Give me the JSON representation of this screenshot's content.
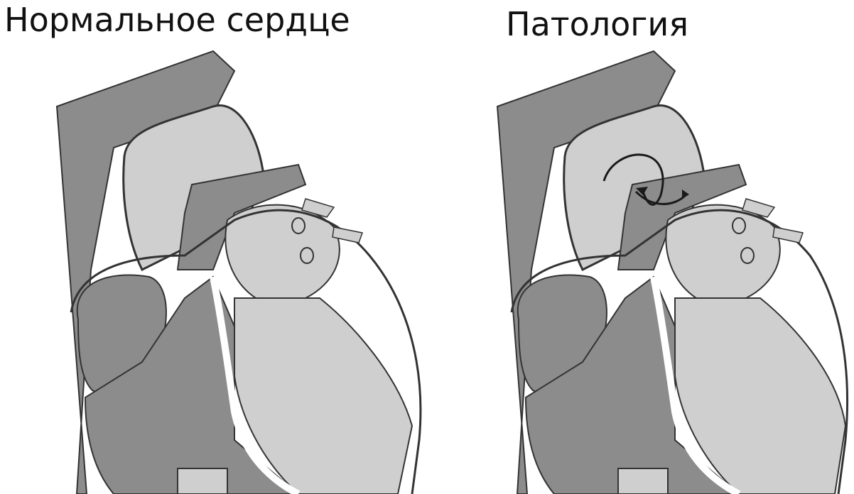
{
  "titles": {
    "normal": "Нормальное сердце",
    "pathology": "Патология"
  },
  "colors": {
    "background": "#ffffff",
    "dark_chamber": "#8c8c8c",
    "light_chamber": "#cfcfcf",
    "outline": "#333333",
    "flow_arrow": "#1a1a1a"
  },
  "icons": {
    "flow": "curved-flow-arrow"
  }
}
